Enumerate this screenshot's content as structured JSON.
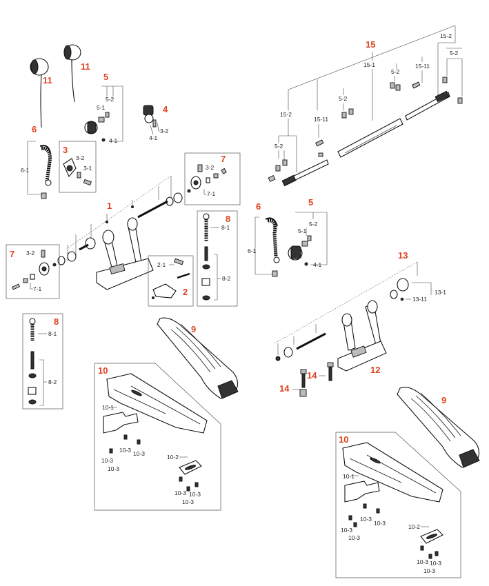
{
  "colors": {
    "main_label": "#e0411c",
    "sub_label": "#222222",
    "line": "#444444"
  },
  "labels": {
    "n1": "1",
    "n2": "2",
    "n3": "3",
    "n4": "4",
    "n5": "5",
    "n6": "6",
    "n7": "7",
    "n8": "8",
    "n9": "9",
    "n10": "10",
    "n11": "11",
    "n12": "12",
    "n13": "13",
    "n14": "14",
    "n15": "15",
    "s2_1": "2-1",
    "s3_1": "3-1",
    "s3_2": "3-2",
    "s4_1": "4-1",
    "s5_1": "5-1",
    "s5_2": "5-2",
    "s6_1": "6-1",
    "s7_1": "7-1",
    "s8_1": "8-1",
    "s8_2": "8-2",
    "s10_1": "10-1",
    "s10_2": "10-2",
    "s10_3": "10-3",
    "s13_1": "13-1",
    "s13_11": "13-11",
    "s15_1": "15-1",
    "s15_2": "15-2",
    "s15_11": "15-11"
  }
}
